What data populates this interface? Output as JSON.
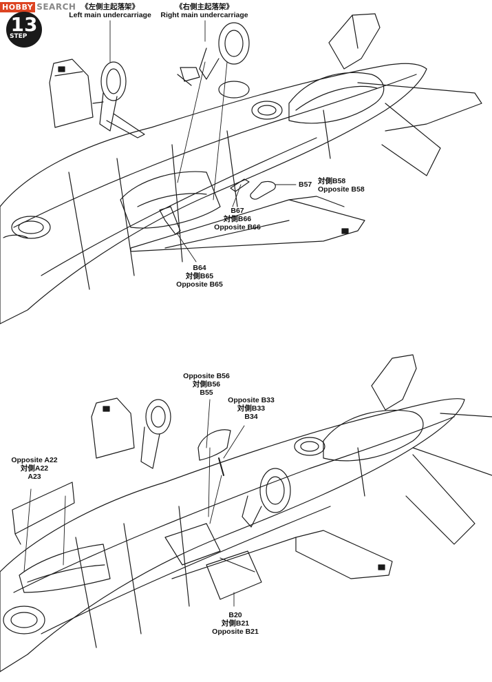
{
  "watermark": {
    "logo": "HOBBY",
    "text": "SEARCH"
  },
  "step": {
    "number": "13",
    "word": "STEP"
  },
  "upper": {
    "left_gear": {
      "cn": "《左側主起落架》",
      "en": "Left main undercarriage"
    },
    "right_gear": {
      "cn": "《右側主起落架》",
      "en": "Right main undercarriage"
    },
    "b57": "B57",
    "b58": [
      "対側B58",
      "Opposite B58"
    ],
    "b67": [
      "B67",
      "対側B66",
      "Opposite B66"
    ],
    "b64": [
      "B64",
      "対側B65",
      "Opposite B65"
    ]
  },
  "lower": {
    "a23": [
      "Opposite A22",
      "対側A22",
      "A23"
    ],
    "b55": [
      "Opposite B56",
      "対側B56",
      "B55"
    ],
    "b34": [
      "Opposite B33",
      "対側B33",
      "B34"
    ],
    "b20": [
      "B20",
      "対側B21",
      "Opposite B21"
    ]
  },
  "colors": {
    "line": "#1a1a1a",
    "paper": "#ffffff",
    "badge": "#1a1a1a"
  }
}
